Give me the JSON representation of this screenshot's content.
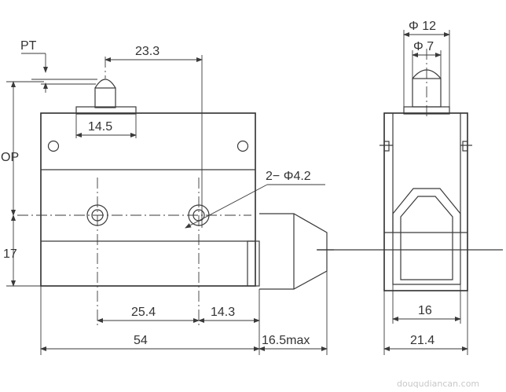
{
  "labels": {
    "pt": "PT",
    "op": "OP",
    "d17": "17",
    "d23_3": "23.3",
    "d14_5": "14.5",
    "hole": "2− Φ4.2",
    "d25_4": "25.4",
    "d14_3": "14.3",
    "d54": "54",
    "d16_5": "16.5max",
    "phi12": "Φ 12",
    "phi7": "Φ 7",
    "d16": "16",
    "d21_4": "21.4"
  },
  "watermark": "douqudiancan.com",
  "colors": {
    "line": "#3a3a3a",
    "text": "#333333",
    "background": "#ffffff"
  }
}
